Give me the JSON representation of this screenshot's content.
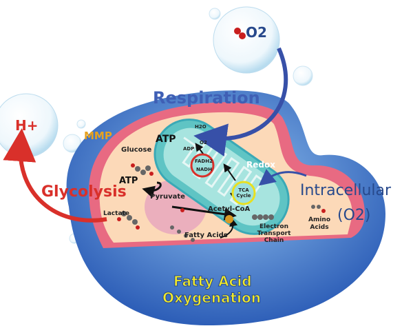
{
  "labels": {
    "o2_top": "O2",
    "h_plus": "H+",
    "respiration": "Respiration",
    "mmp": "MMP",
    "glucose": "Glucose",
    "atp_left": "ATP",
    "atp_mito": "ATP",
    "adp": "ADP",
    "h2o": "H2O",
    "o2_mito": "O2",
    "fadh2": "FADH2",
    "nadh": "NADH",
    "redox": "Redox",
    "glycolysis": "Glycolysis",
    "pyruvate": "Pyruvate",
    "lactate": "Lactate",
    "tca_cycle": "TCA Cycle",
    "acetyl_coa": "Acetyl-CoA",
    "fatty_acids": "Fatty Acids",
    "electron_transport_chain": "Electron Transport Chain",
    "intracellular": "Intracellular",
    "intracellular_o2": "(O2)",
    "amino_acids": "Amino Acids",
    "fatty_acid_oxygenation_1": "Fatty Acid",
    "fatty_acid_oxygenation_2": "Oxygenation"
  },
  "colors": {
    "respiration": "#3f5fb5",
    "glycolysis": "#d9302a",
    "mmp": "#e8a21f",
    "intracellular": "#27498c",
    "oxygenation": "#f2ea2a",
    "cell_outer": "#3d72c9",
    "membrane": "#e86a82",
    "cytoplasm": "#fcd9b8",
    "mitochondrion": "#76d2cf"
  }
}
